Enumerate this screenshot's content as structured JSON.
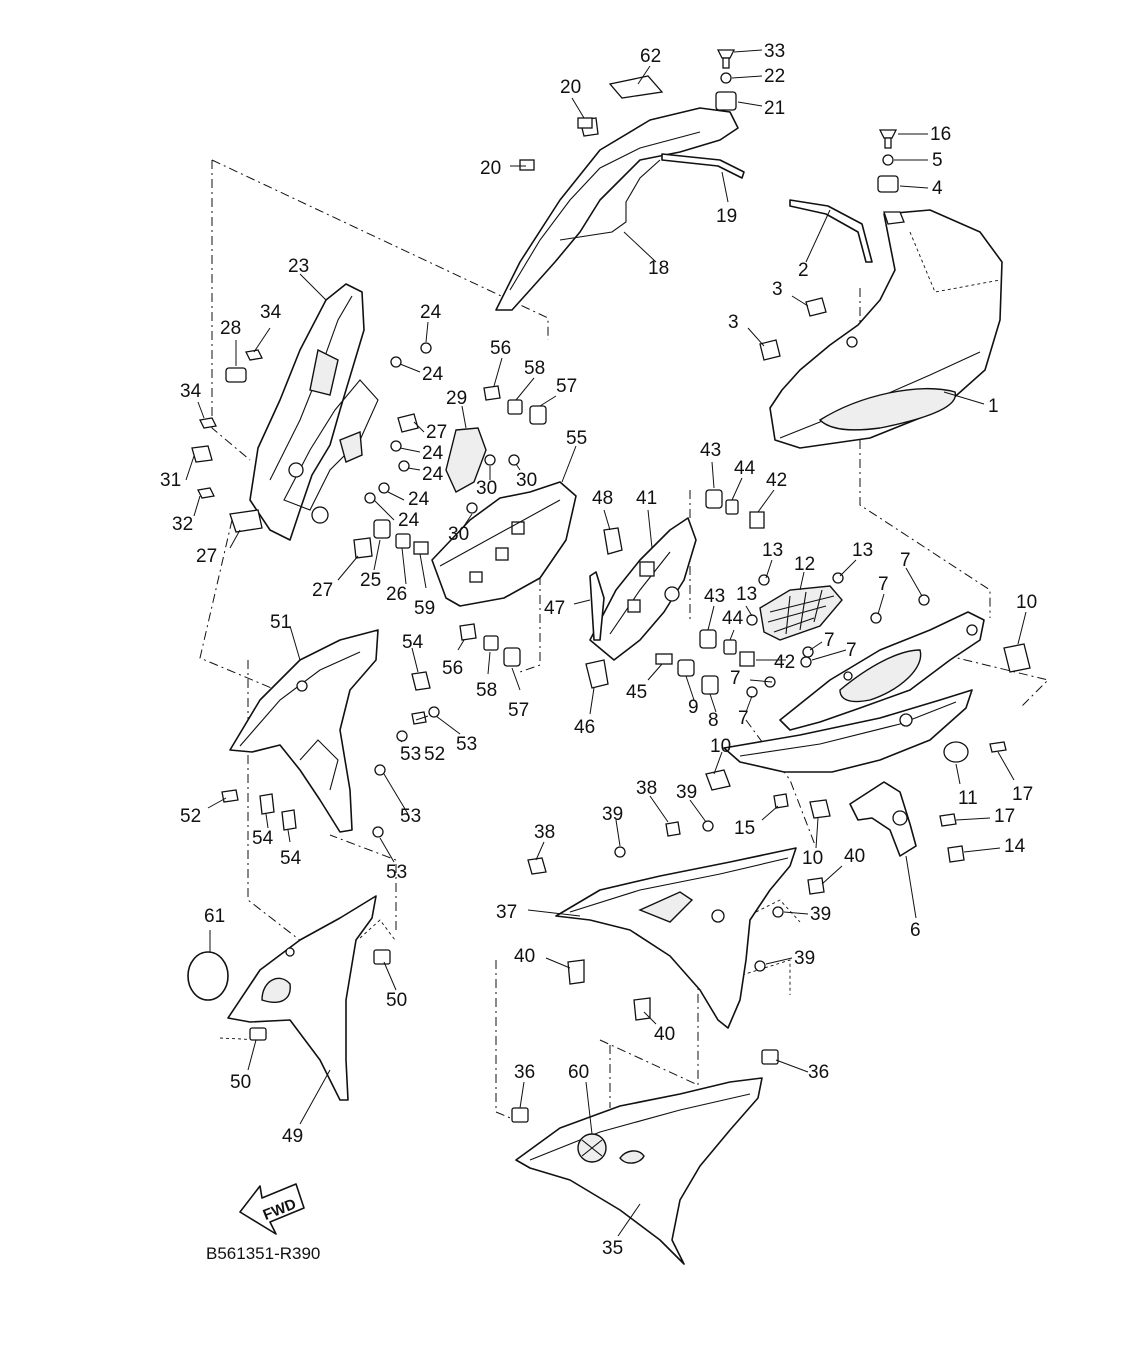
{
  "diagram": {
    "drawing_code": "B561351-R390",
    "fwd_label": "FWD",
    "callouts": [
      {
        "label": "62"
      },
      {
        "label": "33"
      },
      {
        "label": "22"
      },
      {
        "label": "21"
      },
      {
        "label": "16"
      },
      {
        "label": "5"
      },
      {
        "label": "4"
      },
      {
        "label": "20"
      },
      {
        "label": "20"
      },
      {
        "label": "19"
      },
      {
        "label": "18"
      },
      {
        "label": "2"
      },
      {
        "label": "3"
      },
      {
        "label": "3"
      },
      {
        "label": "1"
      },
      {
        "label": "23"
      },
      {
        "label": "24"
      },
      {
        "label": "28"
      },
      {
        "label": "34"
      },
      {
        "label": "24"
      },
      {
        "label": "56"
      },
      {
        "label": "58"
      },
      {
        "label": "57"
      },
      {
        "label": "34"
      },
      {
        "label": "29"
      },
      {
        "label": "27"
      },
      {
        "label": "24"
      },
      {
        "label": "24"
      },
      {
        "label": "31"
      },
      {
        "label": "30"
      },
      {
        "label": "30"
      },
      {
        "label": "24"
      },
      {
        "label": "32"
      },
      {
        "label": "24"
      },
      {
        "label": "30"
      },
      {
        "label": "55"
      },
      {
        "label": "27"
      },
      {
        "label": "43"
      },
      {
        "label": "44"
      },
      {
        "label": "42"
      },
      {
        "label": "48"
      },
      {
        "label": "41"
      },
      {
        "label": "25"
      },
      {
        "label": "27"
      },
      {
        "label": "26"
      },
      {
        "label": "59"
      },
      {
        "label": "13"
      },
      {
        "label": "12"
      },
      {
        "label": "13"
      },
      {
        "label": "7"
      },
      {
        "label": "47"
      },
      {
        "label": "13"
      },
      {
        "label": "7"
      },
      {
        "label": "10"
      },
      {
        "label": "43"
      },
      {
        "label": "44"
      },
      {
        "label": "7"
      },
      {
        "label": "51"
      },
      {
        "label": "54"
      },
      {
        "label": "56"
      },
      {
        "label": "7"
      },
      {
        "label": "42"
      },
      {
        "label": "58"
      },
      {
        "label": "57"
      },
      {
        "label": "45"
      },
      {
        "label": "9"
      },
      {
        "label": "7"
      },
      {
        "label": "8"
      },
      {
        "label": "7"
      },
      {
        "label": "46"
      },
      {
        "label": "52"
      },
      {
        "label": "53"
      },
      {
        "label": "53"
      },
      {
        "label": "10"
      },
      {
        "label": "11"
      },
      {
        "label": "17"
      },
      {
        "label": "52"
      },
      {
        "label": "53"
      },
      {
        "label": "15"
      },
      {
        "label": "54"
      },
      {
        "label": "38"
      },
      {
        "label": "39"
      },
      {
        "label": "17"
      },
      {
        "label": "54"
      },
      {
        "label": "53"
      },
      {
        "label": "38"
      },
      {
        "label": "39"
      },
      {
        "label": "10"
      },
      {
        "label": "40"
      },
      {
        "label": "14"
      },
      {
        "label": "37"
      },
      {
        "label": "39"
      },
      {
        "label": "61"
      },
      {
        "label": "6"
      },
      {
        "label": "40"
      },
      {
        "label": "39"
      },
      {
        "label": "50"
      },
      {
        "label": "40"
      },
      {
        "label": "36"
      },
      {
        "label": "60"
      },
      {
        "label": "36"
      },
      {
        "label": "50"
      },
      {
        "label": "49"
      },
      {
        "label": "35"
      }
    ]
  }
}
